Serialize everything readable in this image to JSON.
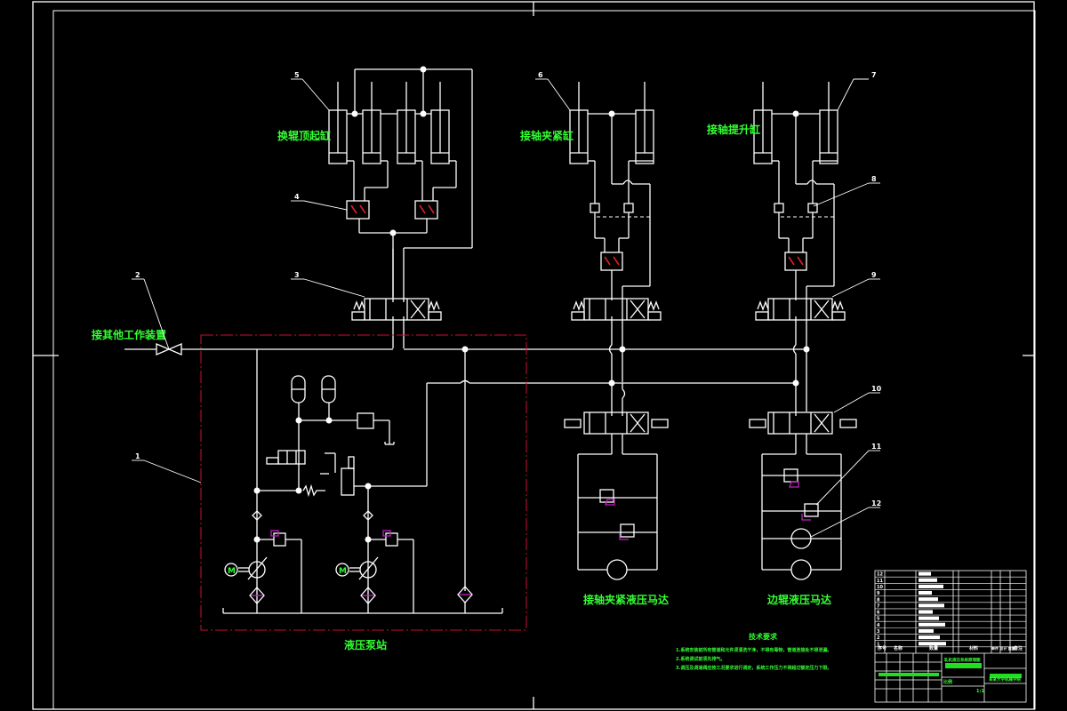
{
  "drawing": {
    "labels": {
      "roll_lift_cylinder": "换辊顶起缸",
      "shaft_clamp_cylinder": "接轴夹紧缸",
      "shaft_lift_cylinder": "接轴提升缸",
      "other_device": "接其他工作装置",
      "pump_station": "液压泵站",
      "clamp_motor": "接轴夹紧液压马达",
      "edge_roll_motor": "边辊液压马达"
    },
    "callouts": [
      "1",
      "2",
      "3",
      "4",
      "5",
      "6",
      "7",
      "8",
      "9",
      "10",
      "11",
      "12"
    ],
    "motor_symbol": "M",
    "tech_requirements": {
      "title": "技术要求",
      "items": [
        "1.系统安装前所有管道和元件须清洗干净，不得有毒物，管道连接处不得泄漏。",
        "2.系统调试前须先排气。",
        "3.调压及调速阀应按工况要求进行调定，系统工作压力不得超过额定压力下限。"
      ]
    }
  },
  "title_block": {
    "bom_rows": [
      "12",
      "11",
      "10",
      "9",
      "8",
      "7",
      "6",
      "5",
      "4",
      "3",
      "2",
      "1"
    ],
    "header": [
      "序号",
      "名称",
      "数量",
      "材料",
      "单件 总计 重量",
      "备注"
    ],
    "drawing_title": "轧机液压系统原理图",
    "company": "某某大学机械学院",
    "scale_label": "比例",
    "sheet": "1:1"
  },
  "colors": {
    "background": "#000000",
    "line": "#ffffff",
    "label": "#33ff33",
    "boundary": "#c8102e",
    "accent": "#c020c0"
  }
}
